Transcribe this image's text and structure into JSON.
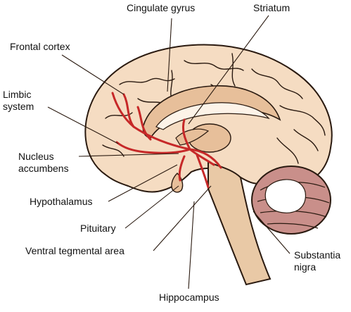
{
  "colors": {
    "tissue": "#f5dcc2",
    "tissue_dark": "#e7bf9a",
    "outline": "#2a1a10",
    "ventricle": "#fdf3e8",
    "pathway": "#c62828",
    "cerebellum": "#c98f8a",
    "cerebellum_core": "#ffffff",
    "brainstem": "#e9c9a6"
  },
  "labels": {
    "cingulate_gyrus": "Cingulate gyrus",
    "striatum": "Striatum",
    "frontal_cortex": "Frontal cortex",
    "limbic_system": "Limbic\nsystem",
    "nucleus_accumbens": "Nucleus\naccumbens",
    "hypothalamus": "Hypothalamus",
    "pituitary": "Pituitary",
    "ventral_tegmental_area": "Ventral tegmental area",
    "substantia_nigra": "Substantia\nnigra",
    "hippocampus": "Hippocampus"
  }
}
